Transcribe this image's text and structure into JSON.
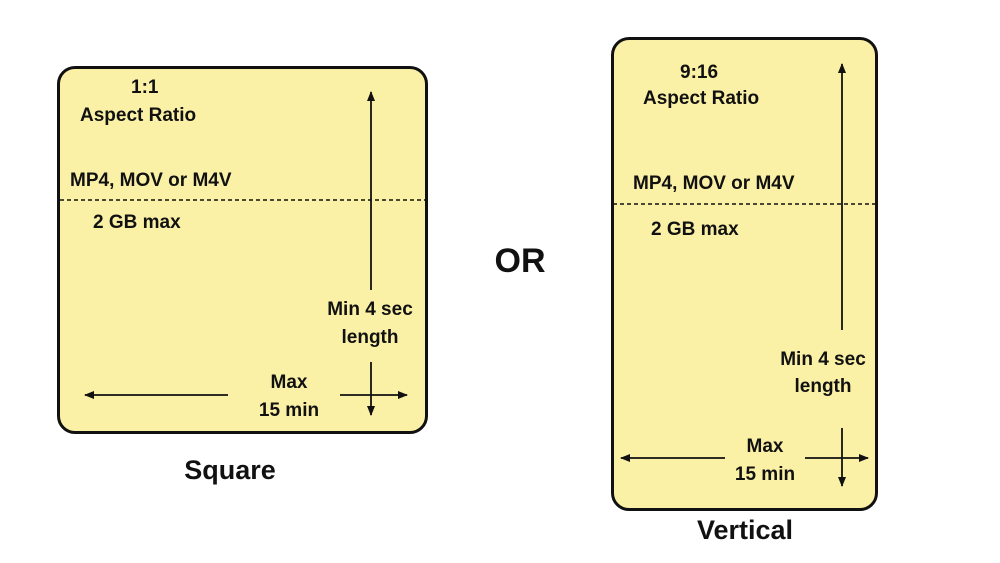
{
  "square": {
    "ratio": "1:1",
    "ratio_label": "Aspect Ratio",
    "formats": "MP4, MOV or M4V",
    "size": "2 GB max",
    "min_line1": "Min 4 sec",
    "min_line2": "length",
    "max_line1": "Max",
    "max_line2": "15 min",
    "caption": "Square"
  },
  "separator": "OR",
  "vertical": {
    "ratio": "9:16",
    "ratio_label": "Aspect Ratio",
    "formats": "MP4, MOV or M4V",
    "size": "2 GB max",
    "min_line1": "Min 4 sec",
    "min_line2": "length",
    "max_line1": "Max",
    "max_line2": "15 min",
    "caption": "Vertical"
  },
  "colors": {
    "card_fill": "#fbf1a6",
    "outline": "#111111"
  }
}
